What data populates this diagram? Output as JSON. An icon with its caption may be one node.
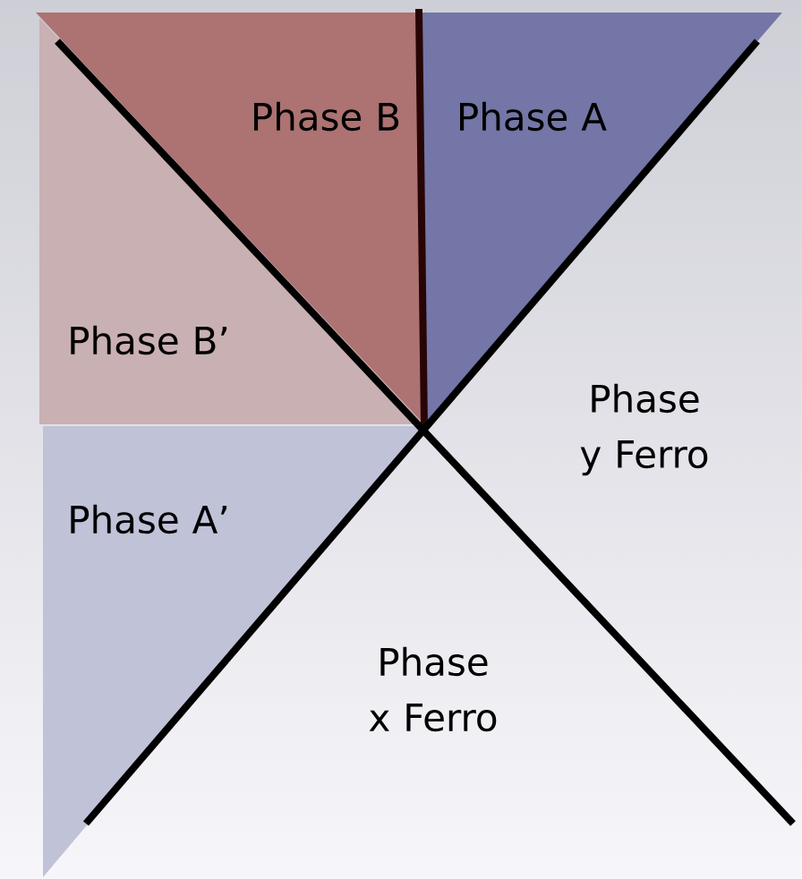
{
  "diagram": {
    "nodes": [
      {
        "text": [
          "Phase B"
        ]
      },
      {
        "text": [
          "Phase A"
        ]
      },
      {
        "text": [
          "Phase B’"
        ]
      },
      {
        "text": [
          "Phase y Ferro"
        ]
      },
      {
        "text": [
          "Phase A’"
        ]
      },
      {
        "text": [
          "Phase x Ferro"
        ]
      }
    ]
  }
}
